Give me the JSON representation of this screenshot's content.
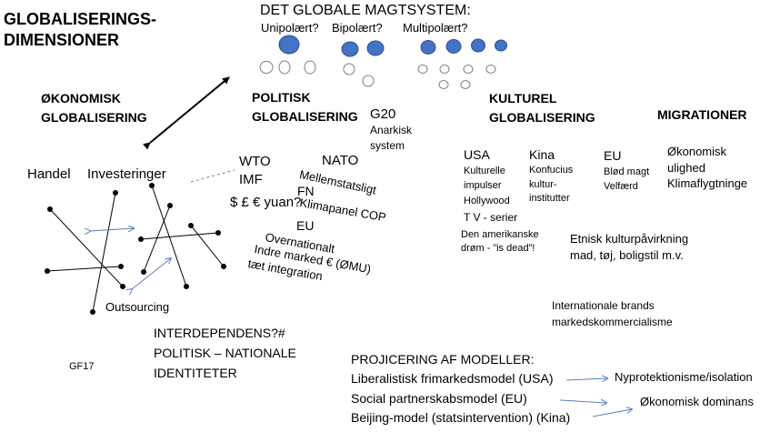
{
  "heading": {
    "line1": "GLOBALISERINGS-",
    "line2": "DIMENSIONER"
  },
  "magtsystem": {
    "title": "DET  GLOBALE  MAGTSYSTEM:",
    "unipolar": "Unipolært?",
    "bipolar": "Bipolært?",
    "multipolar": "Multipolært?"
  },
  "economic": {
    "heading_line1": "ØKONOMISK",
    "heading_line2": "GLOBALISERING",
    "handel": "Handel",
    "investeringer": "Investeringer",
    "outsourcing": "Outsourcing"
  },
  "political": {
    "heading_line1": "POLITISK",
    "heading_line2": "GLOBALISERING",
    "g20": "G20",
    "anarkisk_line1": "Anarkisk",
    "anarkisk_line2": "system",
    "wto": "WTO",
    "imf": "IMF",
    "currency": "$ £ € yuan?",
    "nato": "NATO",
    "mellemstatsligt": "Mellemstatsligt",
    "fn": "FN",
    "klimapanel": "Klimapanel  COP",
    "eu": "EU",
    "overnationalt": "Overnationalt",
    "indre_marked": "Indre marked € (ØMU)",
    "integration": "tæt integration"
  },
  "cultural": {
    "heading_line1": "KULTUREL",
    "heading_line2": "GLOBALISERING",
    "usa": "USA",
    "usa_items": [
      "Kulturelle",
      "impulser",
      "Hollywood"
    ],
    "usa_tv": "T V - serier",
    "kina": "Kina",
    "kina_items": [
      "Konfucius",
      "kultur-",
      "institutter"
    ],
    "eu": "EU",
    "eu_items": [
      "Blød magt",
      "Velfærd"
    ],
    "dream_line1": "Den amerikanske",
    "dream_line2": "drøm  - ”is dead”!",
    "etnisk_line1": "Etnisk kulturpåvirkning",
    "etnisk_line2": "mad, tøj, boligstil m.v.",
    "brands_line1": "Internationale  brands",
    "brands_line2": "markedskommercialisme"
  },
  "migration": {
    "heading": "MIGRATIONER",
    "items": [
      "Økonomisk",
      "ulighed",
      "Klimaflygtninge"
    ]
  },
  "interdependens": {
    "line1": "INTERDEPENDENS?#",
    "line2": "POLITISK – NATIONALE",
    "line3": "IDENTITETER"
  },
  "footer": {
    "code": "GF17"
  },
  "models": {
    "title": "PROJICERING AF MODELLER:",
    "liberal": "Liberalistisk frimarkedsmodel (USA)",
    "social": "Social partnerskabsmodel (EU)",
    "beijing": "Beijing-model (statsintervention) (Kina)",
    "nyprotektionisme": "Nyprotektionisme/isolation",
    "dominans": "Økonomisk dominans"
  },
  "colors": {
    "circle_fill": "#4472c4",
    "circle_stroke": "#2f528f",
    "arrow_blue": "#5b7fbf",
    "text": "#000000"
  }
}
